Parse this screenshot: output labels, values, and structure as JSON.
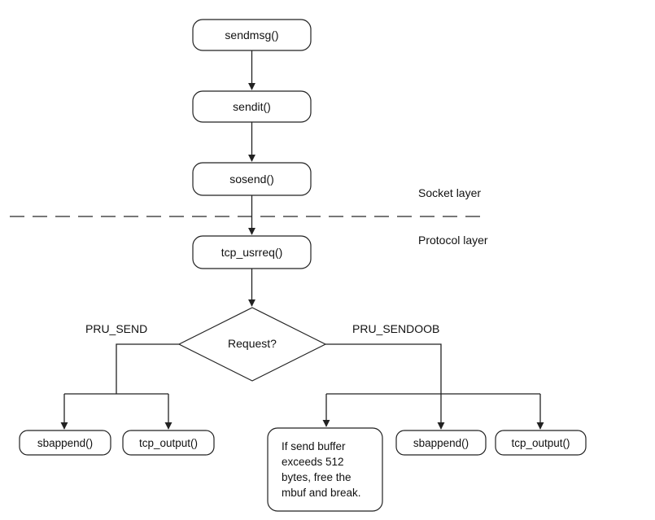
{
  "nodes": {
    "sendmsg": "sendmsg()",
    "sendit": "sendit()",
    "sosend": "sosend()",
    "tcp_usrreq": "tcp_usrreq()",
    "request": "Request?",
    "sbappend_left": "sbappend()",
    "tcp_output_left": "tcp_output()",
    "note_lines": [
      "If send buffer",
      "exceeds 512",
      "bytes, free the",
      "mbuf and break."
    ],
    "sbappend_right": "sbappend()",
    "tcp_output_right": "tcp_output()"
  },
  "layers": {
    "socket": "Socket layer",
    "protocol": "Protocol layer"
  },
  "branches": {
    "left": "PRU_SEND",
    "right": "PRU_SENDOOB"
  }
}
